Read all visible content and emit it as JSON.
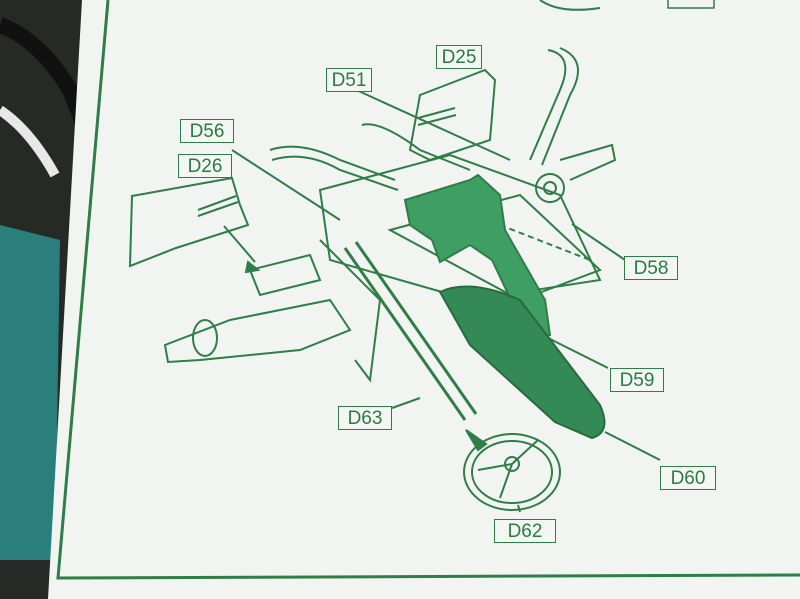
{
  "photo": {
    "subject": "",
    "colors": {
      "ink": "#2f7d47",
      "highlight": "#3f9e63",
      "paper": "#f1f4f1",
      "background": "#262a27",
      "mat": "#2a7f7c"
    }
  },
  "callouts": [
    {
      "id": "d51",
      "label": "D51"
    },
    {
      "id": "d25",
      "label": "D25"
    },
    {
      "id": "d56",
      "label": "D56"
    },
    {
      "id": "d26",
      "label": "D26"
    },
    {
      "id": "d58",
      "label": "D58"
    },
    {
      "id": "d59",
      "label": "D59"
    },
    {
      "id": "d63",
      "label": "D63"
    },
    {
      "id": "d60",
      "label": "D60"
    },
    {
      "id": "d62",
      "label": "D62"
    }
  ]
}
